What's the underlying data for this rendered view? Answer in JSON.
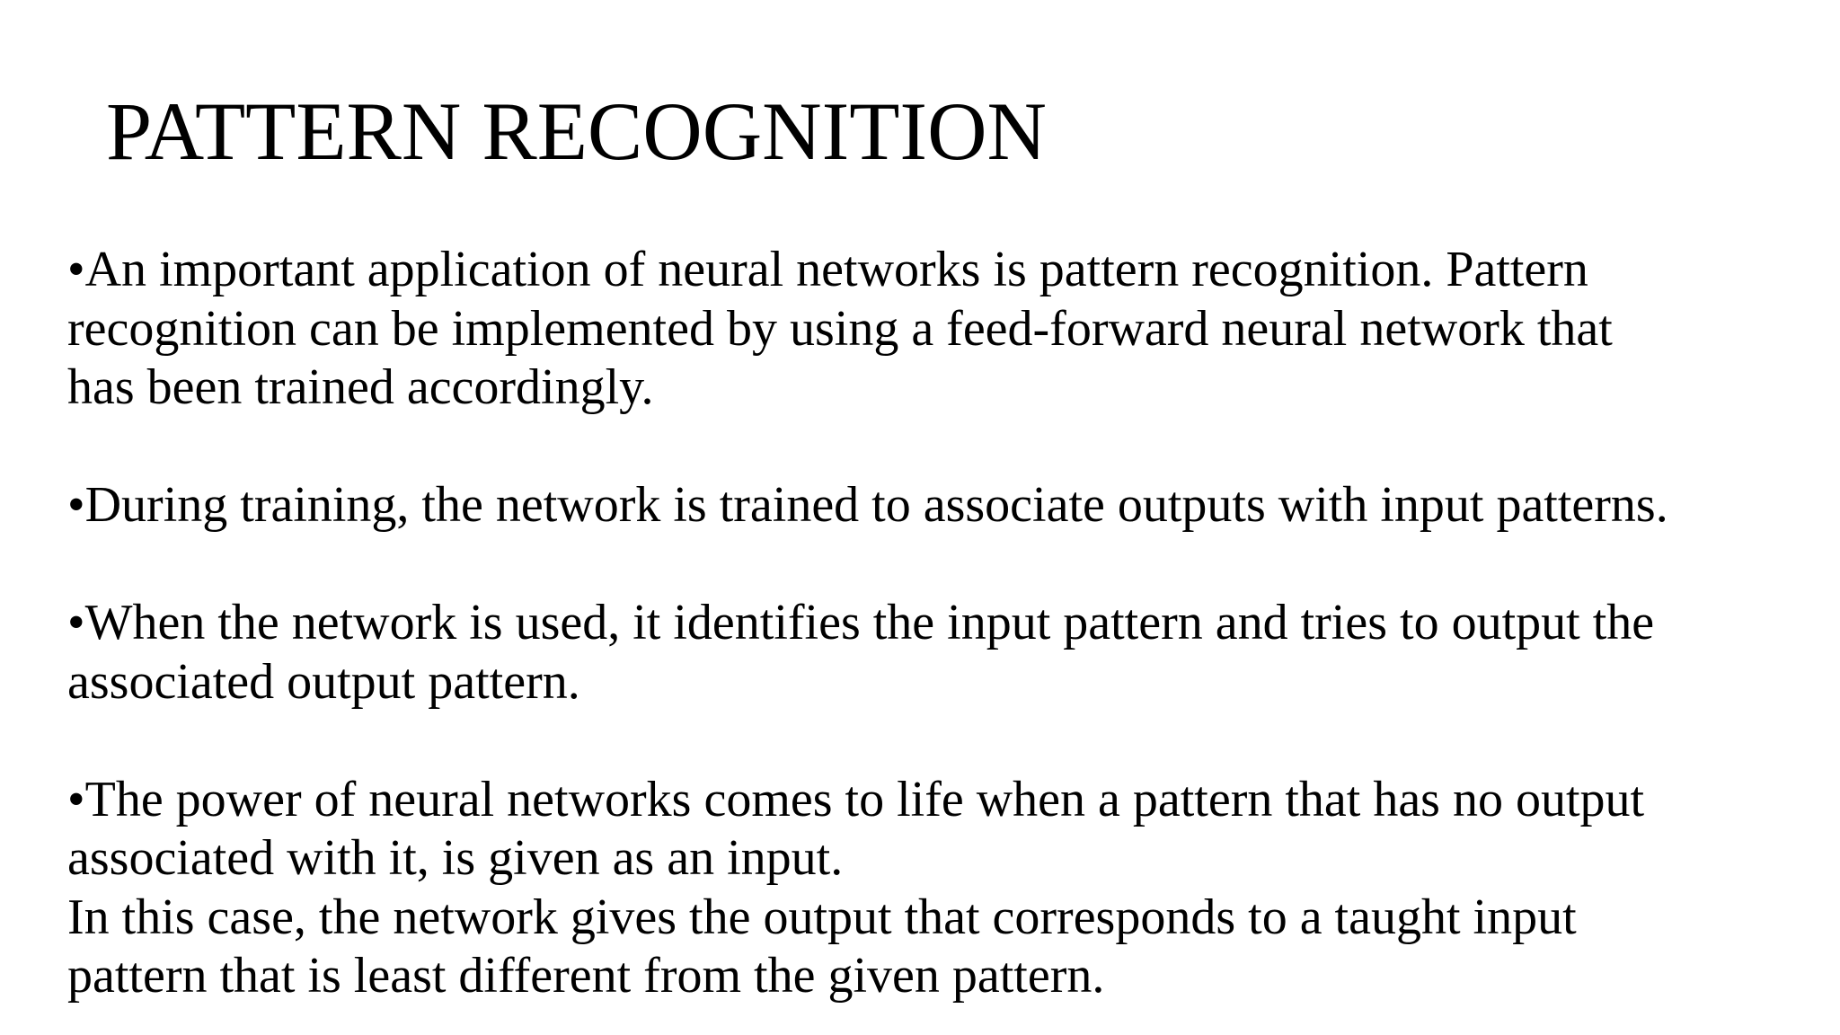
{
  "slide": {
    "title": "PATTERN RECOGNITION",
    "bullets": [
      {
        "lines": [
          "•An important application of neural networks is pattern recognition. Pattern",
          "recognition can be implemented by using a feed-forward neural network that",
          "has been trained accordingly."
        ]
      },
      {
        "lines": [
          "•During training, the network is trained to associate outputs with input patterns."
        ]
      },
      {
        "lines": [
          "•When the network is used, it identifies the input pattern and tries to output the",
          "associated output pattern."
        ]
      },
      {
        "lines": [
          "•The power of neural networks comes to life when a pattern that has no output",
          "associated with it, is given as an input.",
          "In this case, the network gives the output that corresponds to a taught input",
          "pattern that is least different from the given pattern."
        ]
      }
    ]
  }
}
